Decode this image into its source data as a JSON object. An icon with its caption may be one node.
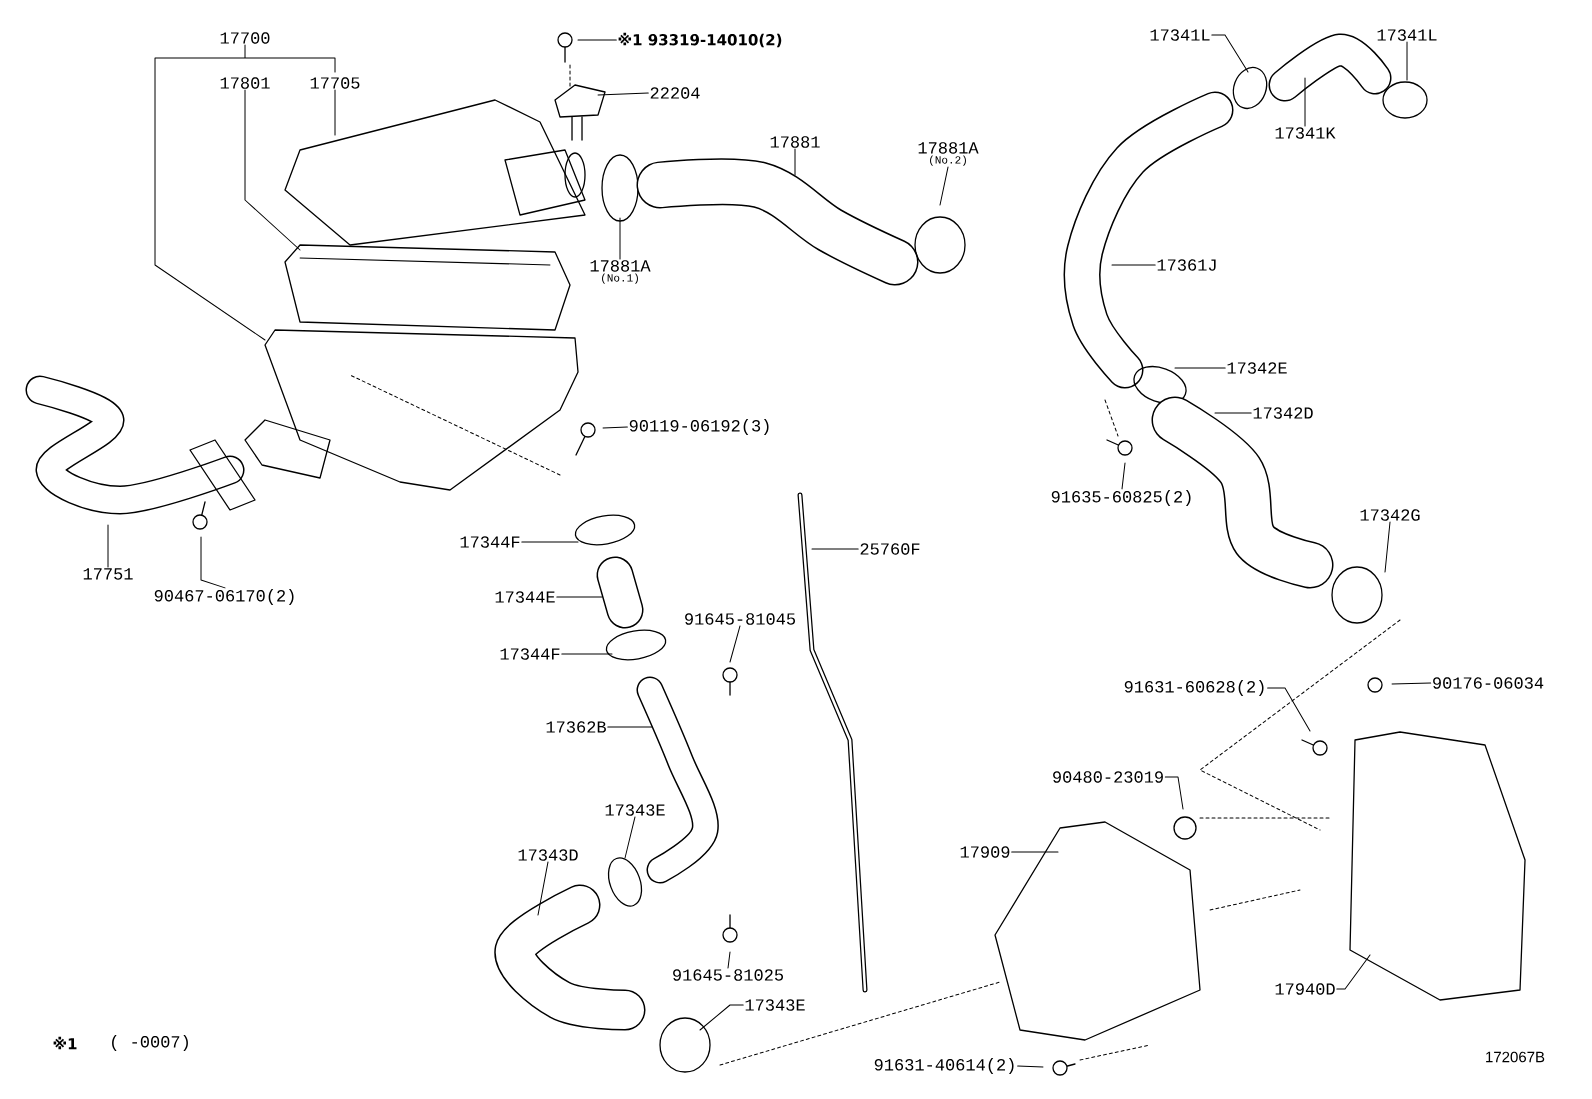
{
  "diagram": {
    "nodes": [
      {
        "text": [
          "17700"
        ]
      },
      {
        "text": [
          "17801"
        ]
      },
      {
        "text": [
          "17705"
        ]
      },
      {
        "text": [
          "※1 93319-14010(2)"
        ]
      },
      {
        "text": [
          "22204"
        ]
      },
      {
        "text": [
          "17881"
        ]
      },
      {
        "text": [
          "17881A",
          "(No.1)"
        ]
      },
      {
        "text": [
          "17881A",
          "(No.2)"
        ]
      },
      {
        "text": [
          "17341L"
        ]
      },
      {
        "text": [
          "17341K"
        ]
      },
      {
        "text": [
          "17341L"
        ]
      },
      {
        "text": [
          "17361J"
        ]
      },
      {
        "text": [
          "17342E"
        ]
      },
      {
        "text": [
          "17342D"
        ]
      },
      {
        "text": [
          "90119-06192(3)"
        ]
      },
      {
        "text": [
          "91635-60825(2)"
        ]
      },
      {
        "text": [
          "17342G"
        ]
      },
      {
        "text": [
          "17751"
        ]
      },
      {
        "text": [
          "90467-06170(2)"
        ]
      },
      {
        "text": [
          "17344F"
        ]
      },
      {
        "text": [
          "25760F"
        ]
      },
      {
        "text": [
          "17344E"
        ]
      },
      {
        "text": [
          "91645-81045"
        ]
      },
      {
        "text": [
          "17344F"
        ]
      },
      {
        "text": [
          "91631-60628(2)"
        ]
      },
      {
        "text": [
          "90176-06034"
        ]
      },
      {
        "text": [
          "17362B"
        ]
      },
      {
        "text": [
          "90480-23019"
        ]
      },
      {
        "text": [
          "17343E"
        ]
      },
      {
        "text": [
          "17909"
        ]
      },
      {
        "text": [
          "17343D"
        ]
      },
      {
        "text": [
          "91645-81025"
        ]
      },
      {
        "text": [
          "17343E"
        ]
      },
      {
        "text": [
          "17940D"
        ]
      },
      {
        "text": [
          "91631-40614(2)"
        ]
      }
    ],
    "edges": [
      {
        "from": 0,
        "to": null,
        "arrow": "none"
      },
      {
        "from": 1,
        "to": null,
        "arrow": "none"
      },
      {
        "from": 2,
        "to": null,
        "arrow": "none"
      },
      {
        "from": 3,
        "to": null,
        "arrow": "none"
      },
      {
        "from": 4,
        "to": null,
        "arrow": "none"
      },
      {
        "from": 5,
        "to": null,
        "arrow": "none"
      },
      {
        "from": 6,
        "to": null,
        "arrow": "none"
      },
      {
        "from": 7,
        "to": null,
        "arrow": "none"
      },
      {
        "from": 8,
        "to": null,
        "arrow": "none"
      },
      {
        "from": 9,
        "to": null,
        "arrow": "none"
      },
      {
        "from": 10,
        "to": null,
        "arrow": "none"
      },
      {
        "from": 11,
        "to": null,
        "arrow": "none"
      },
      {
        "from": 12,
        "to": null,
        "arrow": "none"
      },
      {
        "from": 13,
        "to": null,
        "arrow": "none"
      },
      {
        "from": 14,
        "to": null,
        "arrow": "none"
      },
      {
        "from": 15,
        "to": null,
        "arrow": "none"
      },
      {
        "from": 16,
        "to": null,
        "arrow": "none"
      },
      {
        "from": 17,
        "to": null,
        "arrow": "none"
      },
      {
        "from": 18,
        "to": null,
        "arrow": "none"
      },
      {
        "from": 19,
        "to": null,
        "arrow": "none"
      },
      {
        "from": 20,
        "to": null,
        "arrow": "none"
      },
      {
        "from": 21,
        "to": null,
        "arrow": "none"
      },
      {
        "from": 22,
        "to": null,
        "arrow": "none"
      },
      {
        "from": 23,
        "to": null,
        "arrow": "none"
      },
      {
        "from": 24,
        "to": null,
        "arrow": "none"
      },
      {
        "from": 25,
        "to": null,
        "arrow": "none"
      },
      {
        "from": 26,
        "to": null,
        "arrow": "none"
      },
      {
        "from": 27,
        "to": null,
        "arrow": "none"
      },
      {
        "from": 28,
        "to": null,
        "arrow": "none"
      },
      {
        "from": 29,
        "to": null,
        "arrow": "none"
      },
      {
        "from": 30,
        "to": null,
        "arrow": "none"
      },
      {
        "from": 31,
        "to": null,
        "arrow": "none"
      },
      {
        "from": 32,
        "to": null,
        "arrow": "none"
      },
      {
        "from": 33,
        "to": null,
        "arrow": "none"
      },
      {
        "from": 34,
        "to": null,
        "arrow": "none"
      }
    ],
    "labels": [
      "※1",
      "( -0007)",
      "172067B"
    ]
  }
}
